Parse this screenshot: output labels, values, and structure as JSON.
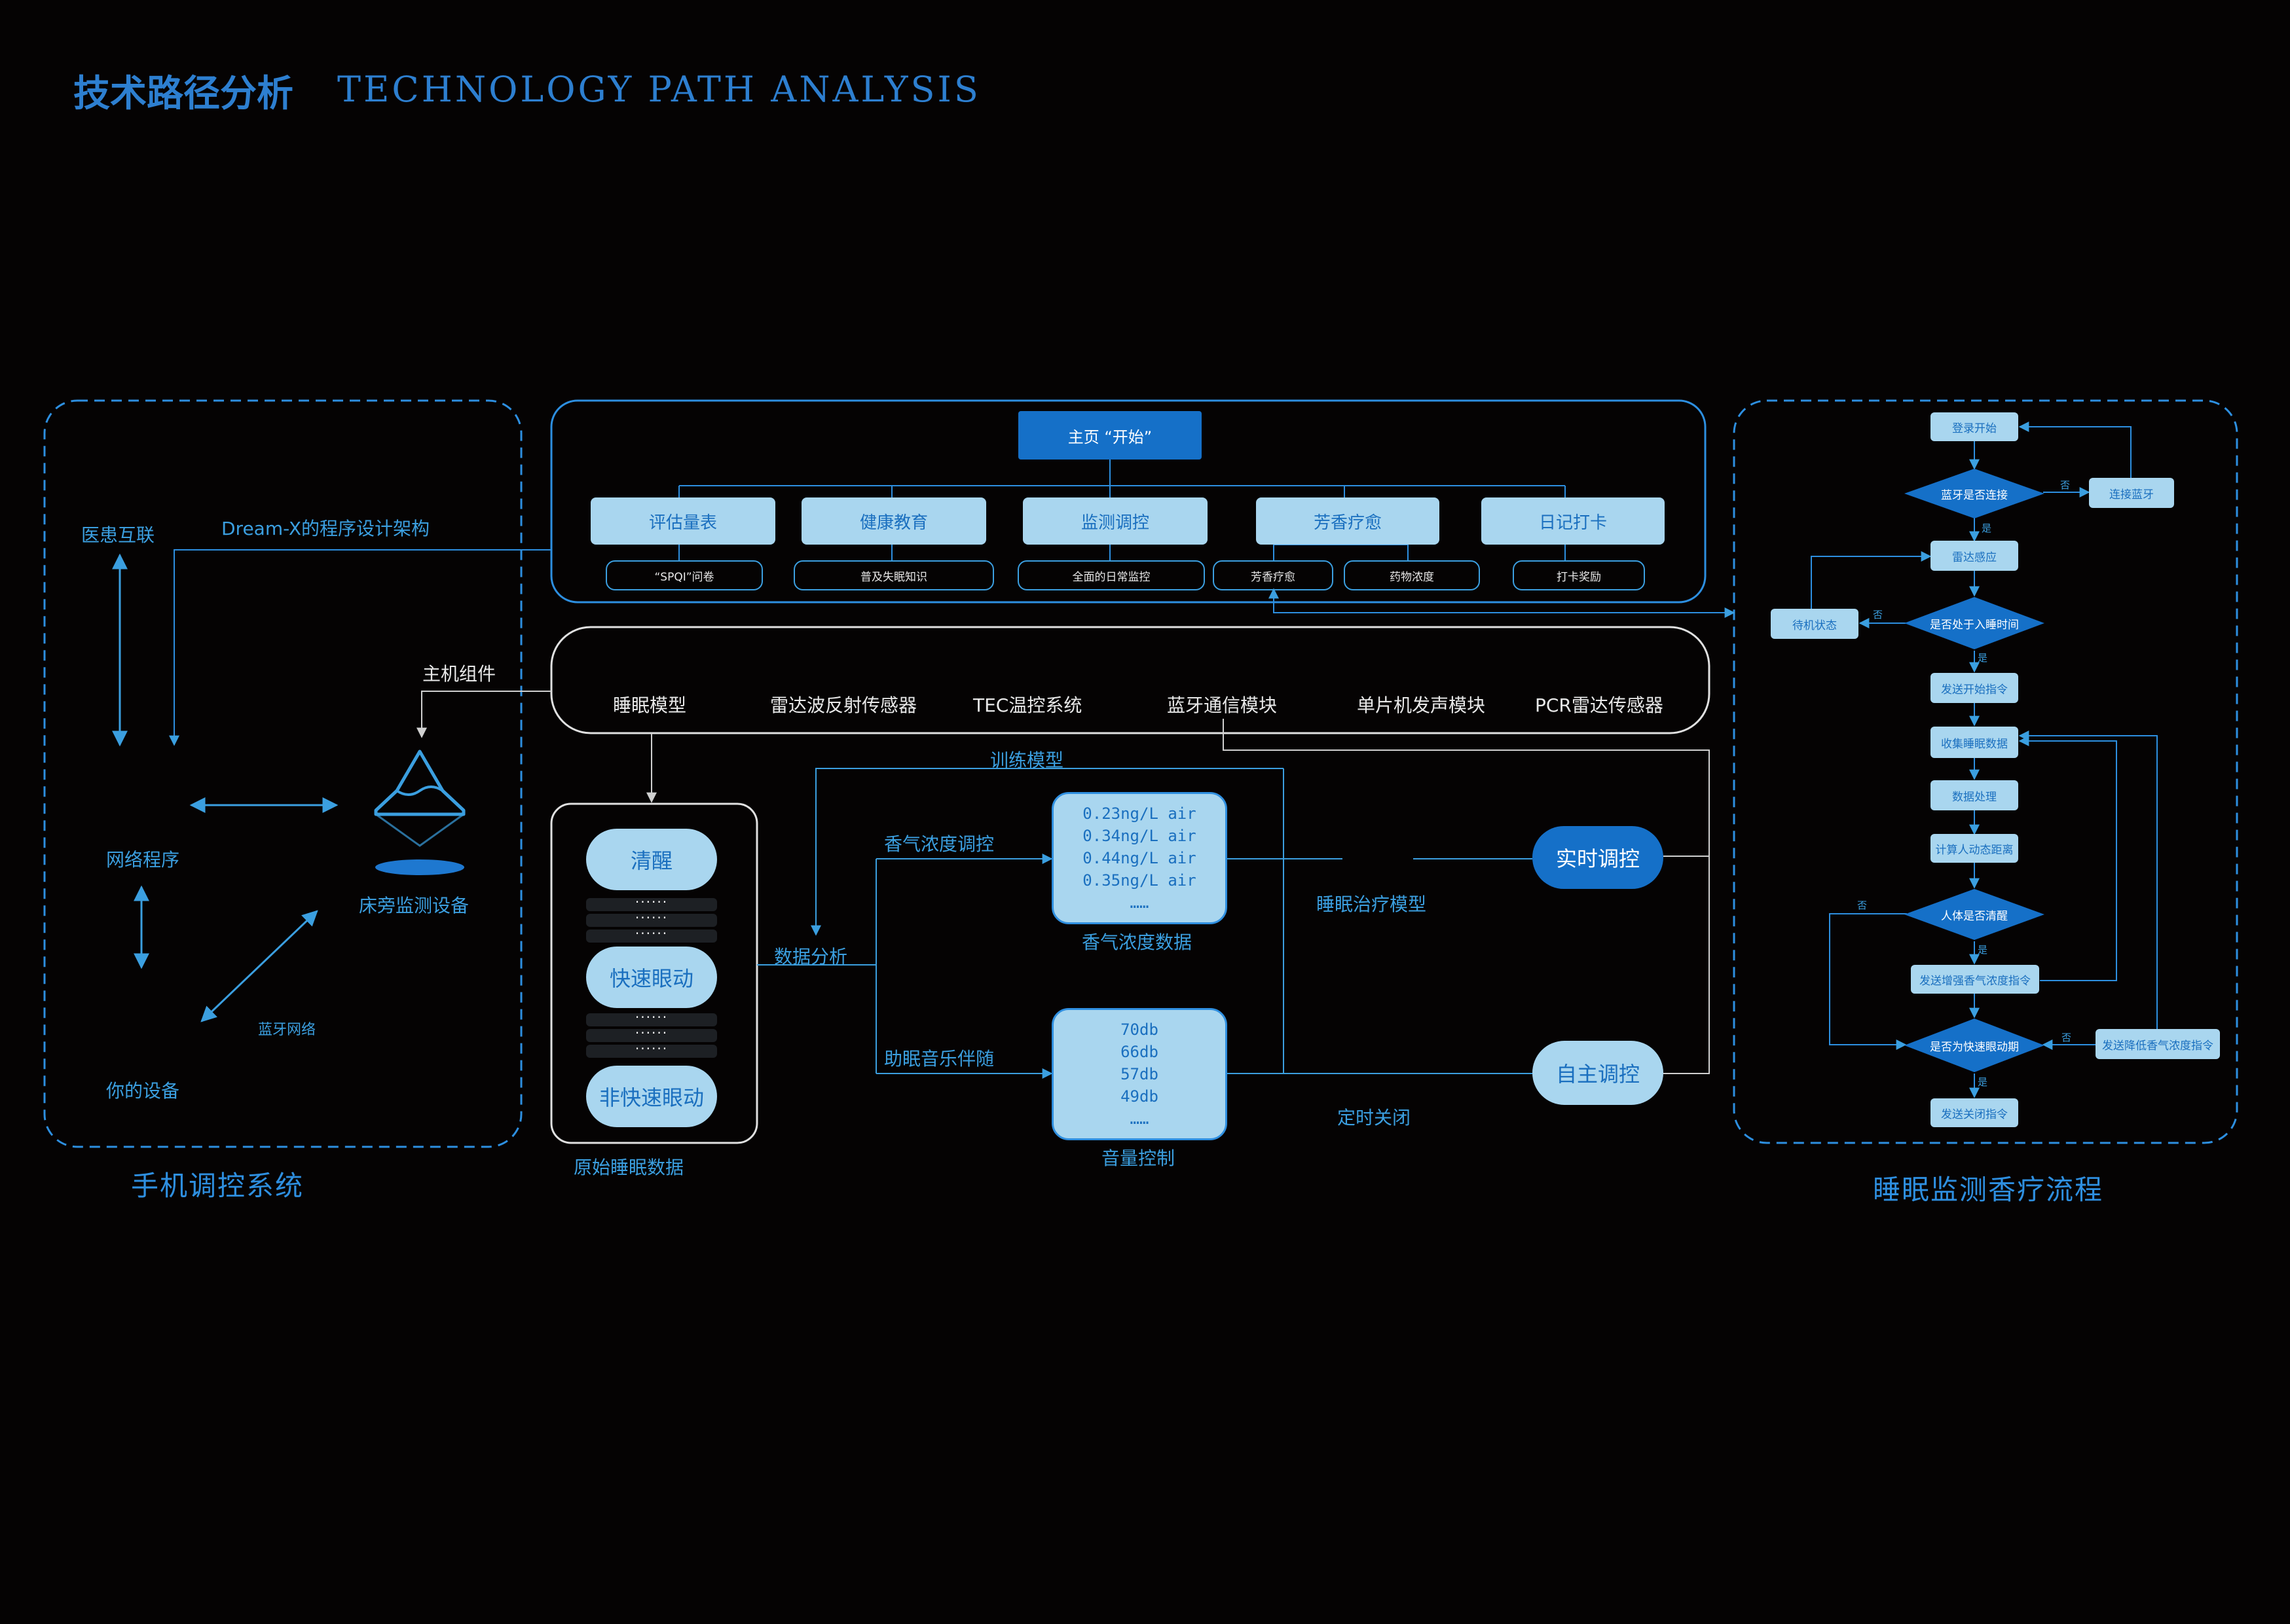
{
  "header": {
    "title_cn": "技术路径分析",
    "title_en": "TECHNOLOGY PATH ANALYSIS"
  },
  "colors": {
    "background": "#050303",
    "accent": "#2d7fd0",
    "light_box": "#a9d6ef",
    "dark_blue": "#1570c8"
  },
  "phone_system": {
    "caption": "手机调控系统",
    "doctor_patient": "医患互联",
    "network_program": "网络程序",
    "your_device": "你的设备",
    "bluetooth_network": "蓝牙网络",
    "bedside_device": "床旁监测设备",
    "host_components": "主机组件",
    "architecture_label": "Dream-X的程序设计架构"
  },
  "program_architecture": {
    "main_button": "主页 “开始”",
    "tabs": [
      {
        "label": "评估量表",
        "subs": [
          "“SPQI”问卷"
        ]
      },
      {
        "label": "健康教育",
        "subs": [
          "普及失眠知识"
        ]
      },
      {
        "label": "监测调控",
        "subs": [
          "全面的日常监控"
        ]
      },
      {
        "label": "芳香疗愈",
        "subs": [
          "芳香疗愈",
          "药物浓度"
        ]
      },
      {
        "label": "日记打卡",
        "subs": [
          "打卡奖励"
        ]
      }
    ]
  },
  "host_components": [
    "睡眠模型",
    "雷达波反射传感器",
    "TEC温控系统",
    "蓝牙通信模块",
    "单片机发声模块",
    "PCR雷达传感器"
  ],
  "raw_sleep": {
    "caption": "原始睡眠数据",
    "stages": [
      "清醒",
      "快速眼动",
      "非快速眼动"
    ],
    "dots": "······"
  },
  "analysis": {
    "data_analysis": "数据分析",
    "train_model": "训练模型",
    "aroma_adjust": "香气浓度调控",
    "music_accompany": "助眠音乐伴随",
    "therapy_model": "睡眠治疗模型",
    "timed_off": "定时关闭",
    "aroma_data": {
      "caption": "香气浓度数据",
      "values": [
        "0.23ng/L air",
        "0.34ng/L air",
        "0.44ng/L air",
        "0.35ng/L air",
        "……"
      ]
    },
    "volume_data": {
      "caption": "音量控制",
      "values": [
        "70db",
        "66db",
        "57db",
        "49db",
        "……"
      ]
    },
    "realtime": "实时调控",
    "autonomous": "自主调控"
  },
  "flow": {
    "caption": "睡眠监测香疗流程",
    "login": "登录开始",
    "bt_connected": "蓝牙是否连接",
    "connect_bt": "连接蓝牙",
    "radar_sense": "雷达感应",
    "standby": "待机状态",
    "in_sleep_time": "是否处于入睡时间",
    "send_start": "发送开始指令",
    "collect_data": "收集睡眠数据",
    "process_data": "数据处理",
    "calc_distance": "计算人动态距离",
    "awake_check": "人体是否清醒",
    "send_increase": "发送增强香气浓度指令",
    "rem_check": "是否为快速眼动期",
    "send_decrease": "发送降低香气浓度指令",
    "send_close": "发送关闭指令",
    "yes": "是",
    "no": "否"
  }
}
